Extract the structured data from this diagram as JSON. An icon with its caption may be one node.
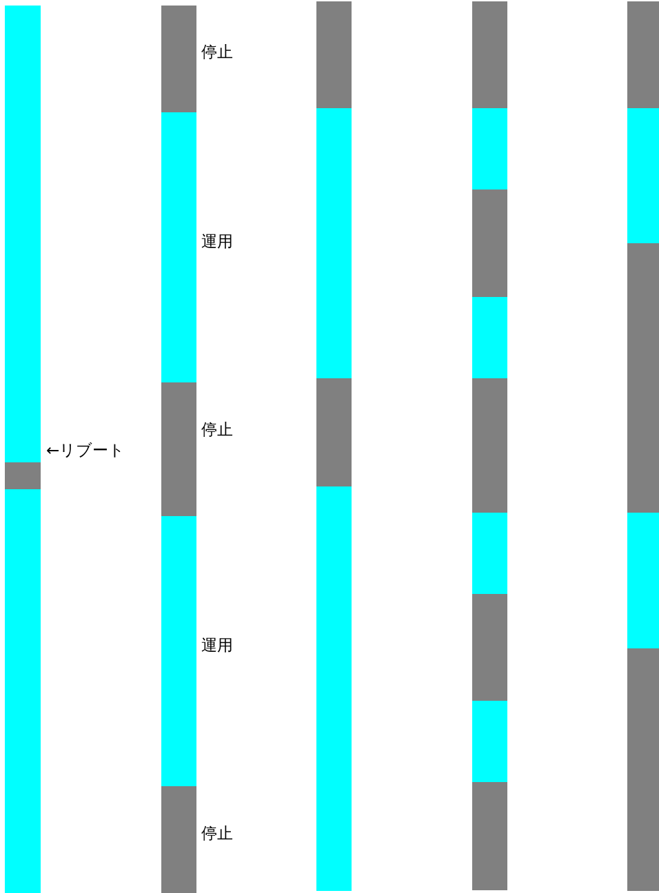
{
  "diagram": {
    "labels": [
      "停止",
      "運用",
      "停止",
      "←リブート",
      "運用",
      "停止"
    ]
  }
}
